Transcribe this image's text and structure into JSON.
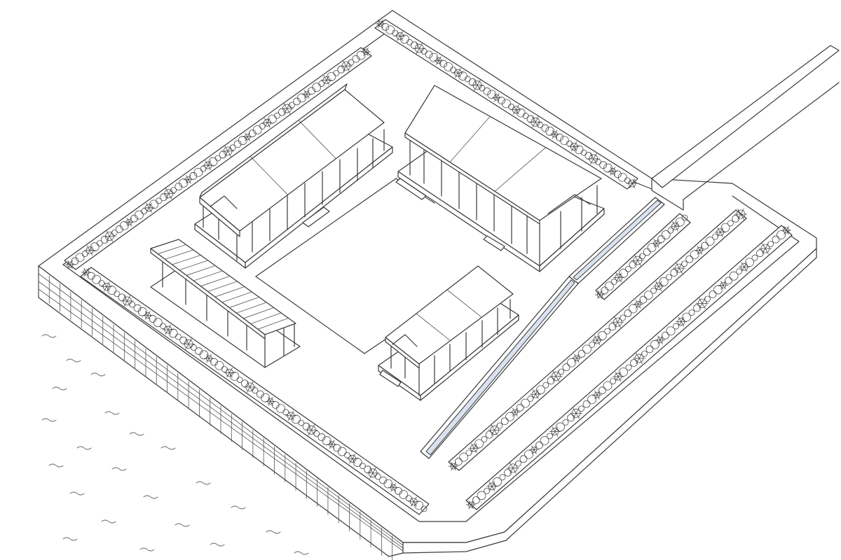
{
  "colors": {
    "line": "#3a3a3a",
    "background": "#ffffff",
    "channel_water": "#d9e2ee",
    "shading": "#e6e6e6"
  },
  "elements": [
    "stone-platform",
    "perimeter-hedges",
    "north-pavilion",
    "east-pavilion",
    "south-pavilion",
    "open-pergola",
    "central-courtyard",
    "water-channel",
    "bridge",
    "water-surface"
  ]
}
